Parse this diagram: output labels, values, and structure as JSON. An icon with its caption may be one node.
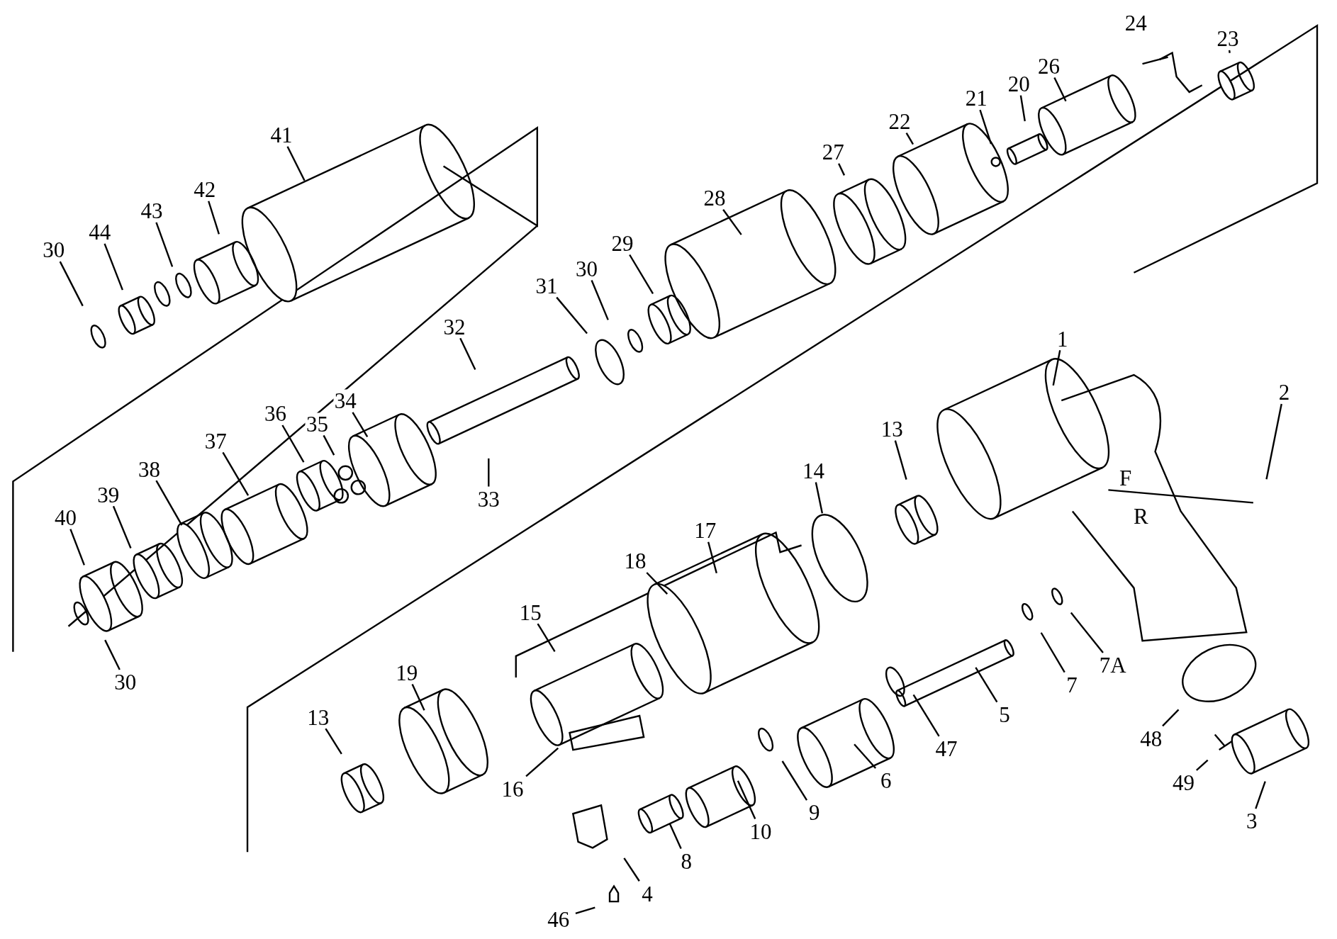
{
  "diagram": {
    "nodes": [
      {
        "text": [
          "23"
        ]
      },
      {
        "text": [
          "26"
        ]
      },
      {
        "text": [
          "20"
        ]
      },
      {
        "text": [
          "21"
        ]
      },
      {
        "text": [
          "22"
        ]
      },
      {
        "text": [
          "27"
        ]
      },
      {
        "text": [
          "28"
        ]
      },
      {
        "text": [
          "41"
        ]
      },
      {
        "text": [
          "42"
        ]
      },
      {
        "text": [
          "43"
        ]
      },
      {
        "text": [
          "44"
        ]
      },
      {
        "text": [
          "30"
        ]
      },
      {
        "text": [
          "29"
        ]
      },
      {
        "text": [
          "30"
        ]
      },
      {
        "text": [
          "31"
        ]
      },
      {
        "text": [
          "32"
        ]
      },
      {
        "text": [
          "33"
        ]
      },
      {
        "text": [
          "34"
        ]
      },
      {
        "text": [
          "35"
        ]
      },
      {
        "text": [
          "36"
        ]
      },
      {
        "text": [
          "37"
        ]
      },
      {
        "text": [
          "38"
        ]
      },
      {
        "text": [
          "39"
        ]
      },
      {
        "text": [
          "40"
        ]
      },
      {
        "text": [
          "30"
        ]
      },
      {
        "text": [
          "1"
        ]
      },
      {
        "text": [
          "2"
        ]
      },
      {
        "text": [
          "13"
        ]
      },
      {
        "text": [
          "14"
        ]
      },
      {
        "text": [
          "17"
        ]
      },
      {
        "text": [
          "18"
        ]
      },
      {
        "text": [
          "15"
        ]
      },
      {
        "text": [
          "19"
        ]
      },
      {
        "text": [
          "13"
        ]
      },
      {
        "text": [
          "16"
        ]
      },
      {
        "text": [
          "7A"
        ]
      },
      {
        "text": [
          "7"
        ]
      },
      {
        "text": [
          "5"
        ]
      },
      {
        "text": [
          "47"
        ]
      },
      {
        "text": [
          "6"
        ]
      },
      {
        "text": [
          "9"
        ]
      },
      {
        "text": [
          "10"
        ]
      },
      {
        "text": [
          "8"
        ]
      },
      {
        "text": [
          "4"
        ]
      },
      {
        "text": [
          "46"
        ]
      },
      {
        "text": [
          "48"
        ]
      },
      {
        "text": [
          "49"
        ]
      },
      {
        "text": [
          "3"
        ]
      }
    ],
    "edges": [
      {
        "from": 0,
        "to": null,
        "arrow": "none"
      },
      {
        "from": 1,
        "to": null,
        "arrow": "none"
      },
      {
        "from": 2,
        "to": null,
        "arrow": "none"
      },
      {
        "from": 3,
        "to": null,
        "arrow": "none"
      },
      {
        "from": 4,
        "to": null,
        "arrow": "none"
      },
      {
        "from": 5,
        "to": null,
        "arrow": "none"
      },
      {
        "from": 6,
        "to": null,
        "arrow": "none"
      },
      {
        "from": 7,
        "to": null,
        "arrow": "none"
      },
      {
        "from": 8,
        "to": null,
        "arrow": "none"
      },
      {
        "from": 9,
        "to": null,
        "arrow": "none"
      },
      {
        "from": 10,
        "to": null,
        "arrow": "none"
      },
      {
        "from": 11,
        "to": null,
        "arrow": "none"
      },
      {
        "from": 12,
        "to": null,
        "arrow": "none"
      },
      {
        "from": 13,
        "to": null,
        "arrow": "none"
      },
      {
        "from": 14,
        "to": null,
        "arrow": "none"
      },
      {
        "from": 15,
        "to": null,
        "arrow": "none"
      },
      {
        "from": 16,
        "to": null,
        "arrow": "none"
      },
      {
        "from": 17,
        "to": null,
        "arrow": "none"
      },
      {
        "from": 18,
        "to": null,
        "arrow": "none"
      },
      {
        "from": 19,
        "to": null,
        "arrow": "none"
      },
      {
        "from": 20,
        "to": null,
        "arrow": "none"
      },
      {
        "from": 21,
        "to": null,
        "arrow": "none"
      },
      {
        "from": 22,
        "to": null,
        "arrow": "none"
      },
      {
        "from": 23,
        "to": null,
        "arrow": "none"
      },
      {
        "from": 24,
        "to": null,
        "arrow": "none"
      },
      {
        "from": 25,
        "to": null,
        "arrow": "none"
      },
      {
        "from": 26,
        "to": null,
        "arrow": "none"
      },
      {
        "from": 27,
        "to": null,
        "arrow": "none"
      },
      {
        "from": 28,
        "to": null,
        "arrow": "none"
      },
      {
        "from": 29,
        "to": null,
        "arrow": "none"
      },
      {
        "from": 30,
        "to": null,
        "arrow": "none"
      },
      {
        "from": 31,
        "to": null,
        "arrow": "none"
      },
      {
        "from": 32,
        "to": null,
        "arrow": "none"
      },
      {
        "from": 33,
        "to": null,
        "arrow": "none"
      },
      {
        "from": 34,
        "to": null,
        "arrow": "none"
      },
      {
        "from": 35,
        "to": null,
        "arrow": "none"
      },
      {
        "from": 36,
        "to": null,
        "arrow": "none"
      },
      {
        "from": 37,
        "to": null,
        "arrow": "none"
      },
      {
        "from": 38,
        "to": null,
        "arrow": "none"
      },
      {
        "from": 39,
        "to": null,
        "arrow": "none"
      },
      {
        "from": 40,
        "to": null,
        "arrow": "none"
      },
      {
        "from": 41,
        "to": null,
        "arrow": "none"
      },
      {
        "from": 42,
        "to": null,
        "arrow": "none"
      },
      {
        "from": 43,
        "to": null,
        "arrow": "none"
      },
      {
        "from": 44,
        "to": null,
        "arrow": "none"
      },
      {
        "from": 45,
        "to": null,
        "arrow": "none"
      },
      {
        "from": 46,
        "to": null,
        "arrow": "none"
      },
      {
        "from": 47,
        "to": null,
        "arrow": "none"
      }
    ],
    "labels": [
      "24",
      "F",
      "R"
    ]
  }
}
